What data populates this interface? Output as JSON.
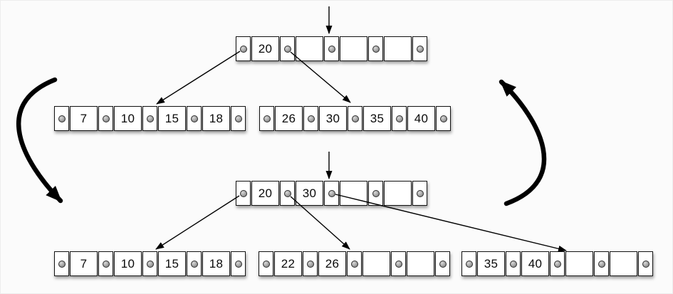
{
  "diagram": {
    "description": "B-tree insertion causing a node split (before and after states)",
    "colors": {
      "background": "#fbfbfb",
      "node_fill": "#ffffff",
      "node_border": "#131313",
      "pointer_dot": "#8e8e8e",
      "arrow": "#000000"
    },
    "nodes": [
      {
        "id": "top-root",
        "keys": [
          "20",
          "",
          "",
          ""
        ]
      },
      {
        "id": "top-child-left",
        "keys": [
          "7",
          "10",
          "15",
          "18"
        ]
      },
      {
        "id": "top-child-right",
        "keys": [
          "26",
          "30",
          "35",
          "40"
        ]
      },
      {
        "id": "bottom-root",
        "keys": [
          "20",
          "30",
          "",
          ""
        ]
      },
      {
        "id": "bottom-child-left",
        "keys": [
          "7",
          "10",
          "15",
          "18"
        ]
      },
      {
        "id": "bottom-child-middle",
        "keys": [
          "22",
          "26",
          "",
          ""
        ]
      },
      {
        "id": "bottom-child-right",
        "keys": [
          "35",
          "40",
          "",
          ""
        ]
      }
    ],
    "pointer_arrows": [
      {
        "from": "top-root",
        "pointer": 1,
        "to": "top-child-left"
      },
      {
        "from": "top-root",
        "pointer": 2,
        "to": "top-child-right"
      },
      {
        "from": "bottom-root",
        "pointer": 1,
        "to": "bottom-child-left"
      },
      {
        "from": "bottom-root",
        "pointer": 2,
        "to": "bottom-child-middle"
      },
      {
        "from": "bottom-root",
        "pointer": 3,
        "to": "bottom-child-right"
      }
    ],
    "insert_arrows": [
      {
        "id": "insert-arrow-top",
        "points_to": "top-root"
      },
      {
        "id": "insert-arrow-bottom",
        "points_to": "bottom-root"
      }
    ],
    "cycle_arrows": [
      {
        "id": "cycle-arrow-left",
        "direction": "top-state-to-bottom-state"
      },
      {
        "id": "cycle-arrow-right",
        "direction": "bottom-state-to-top-state"
      }
    ]
  }
}
